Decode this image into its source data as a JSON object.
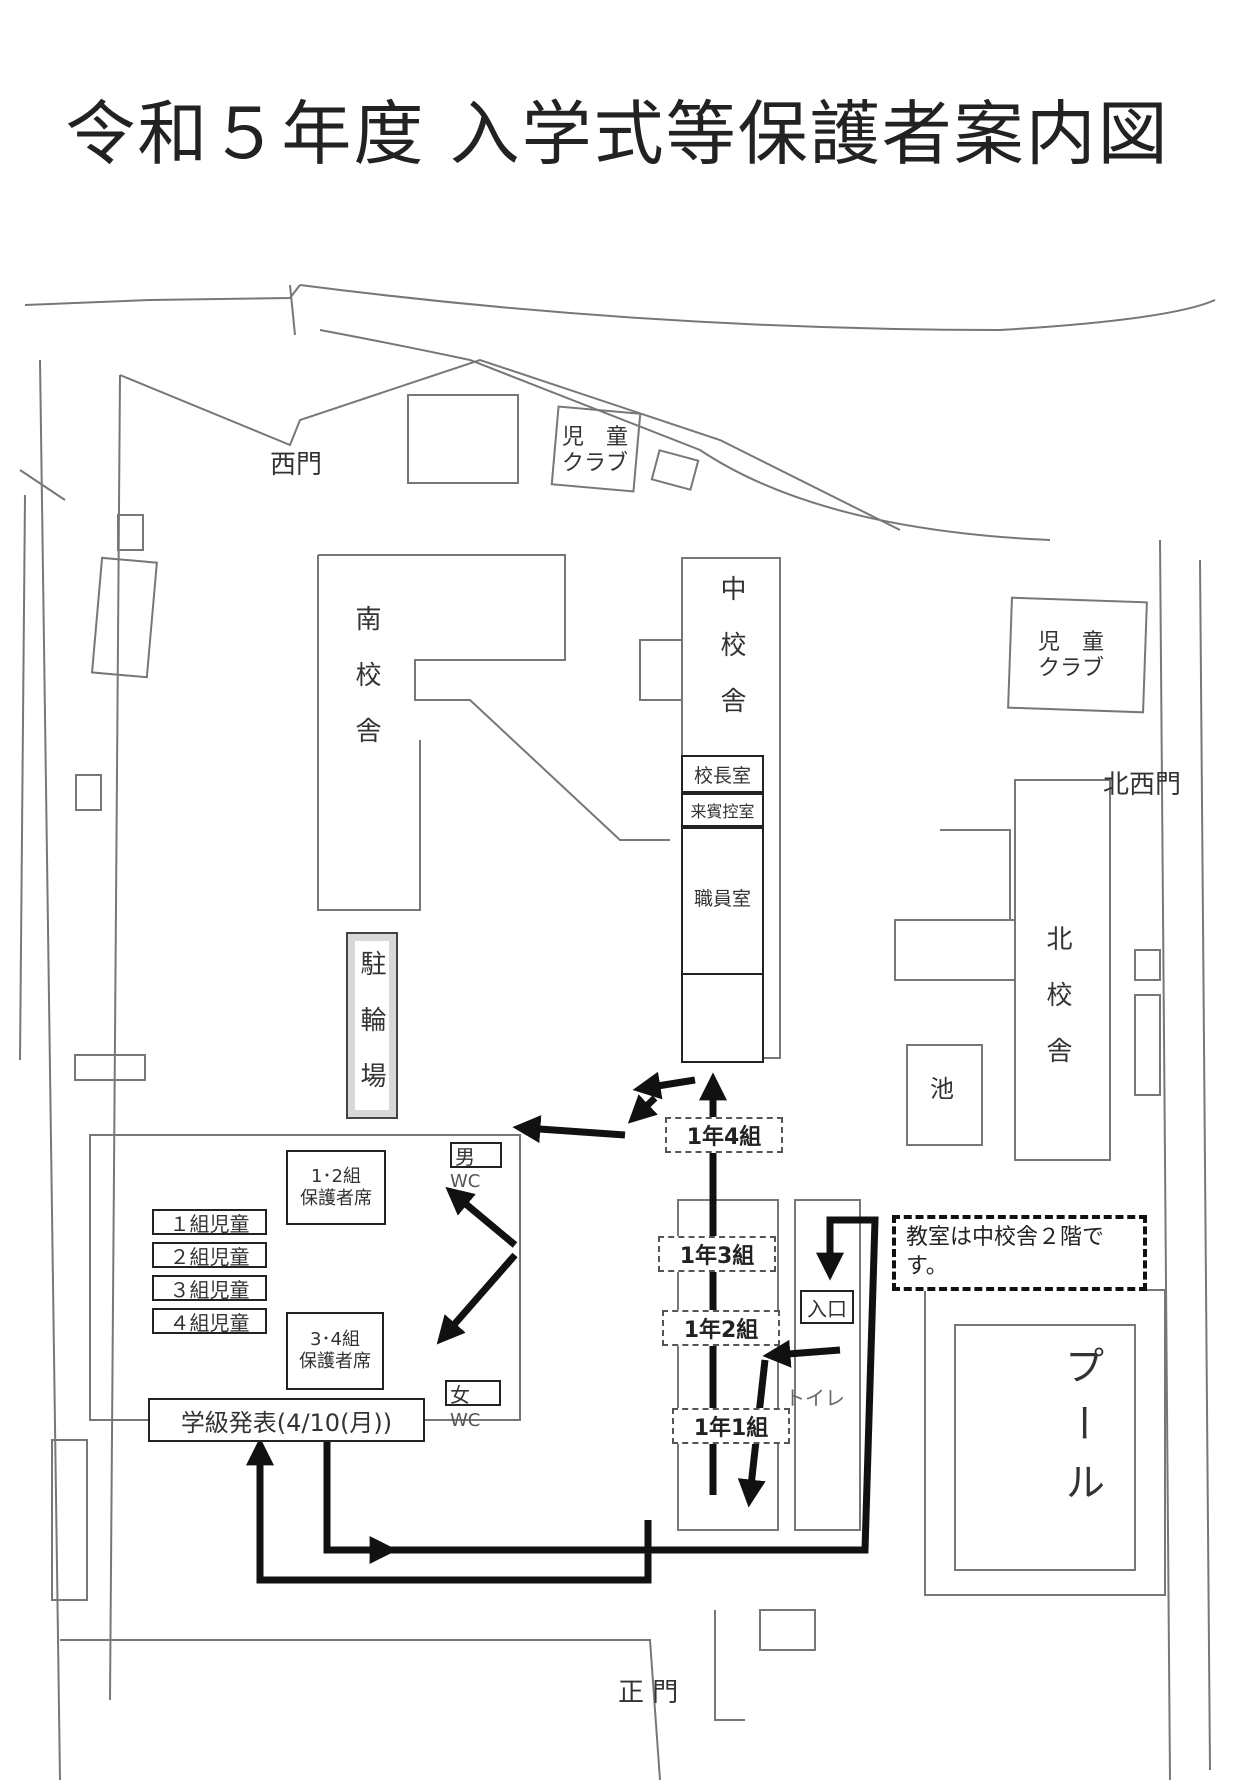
{
  "title": "令和５年度 入学式等保護者案内図",
  "gates": {
    "west_gate": "西門",
    "northwest_gate": "北西門",
    "main_gate": "正 門"
  },
  "buildings": {
    "south_building": "南校舎",
    "middle_building": "中校舎",
    "north_building": "北校舎",
    "bicycle_parking": "駐輪場",
    "pond": "池",
    "pool": "プール",
    "kids_club_1_line1": "児　童",
    "kids_club_1_line2": "クラブ",
    "kids_club_2_line1": "児　童",
    "kids_club_2_line2": "クラブ"
  },
  "rooms": {
    "principal": "校長室",
    "guest_waiting": "来賓控室",
    "staff_room": "職員室",
    "entrance": "入口",
    "toilet": "トイレ"
  },
  "classes": [
    "1年4組",
    "1年3組",
    "1年2組",
    "1年1組"
  ],
  "gym": {
    "wc_male": "男",
    "wc_male_sub": "WC",
    "wc_female": "女",
    "wc_female_sub": "WC",
    "parents_12_line1": "1･2組",
    "parents_12_line2": "保護者席",
    "parents_34_line1": "3･4組",
    "parents_34_line2": "保護者席",
    "students": [
      "１組児童",
      "２組児童",
      "３組児童",
      "４組児童"
    ],
    "announcement": "学級発表(4/10(月))"
  },
  "note": "教室は中校舎２階です。"
}
